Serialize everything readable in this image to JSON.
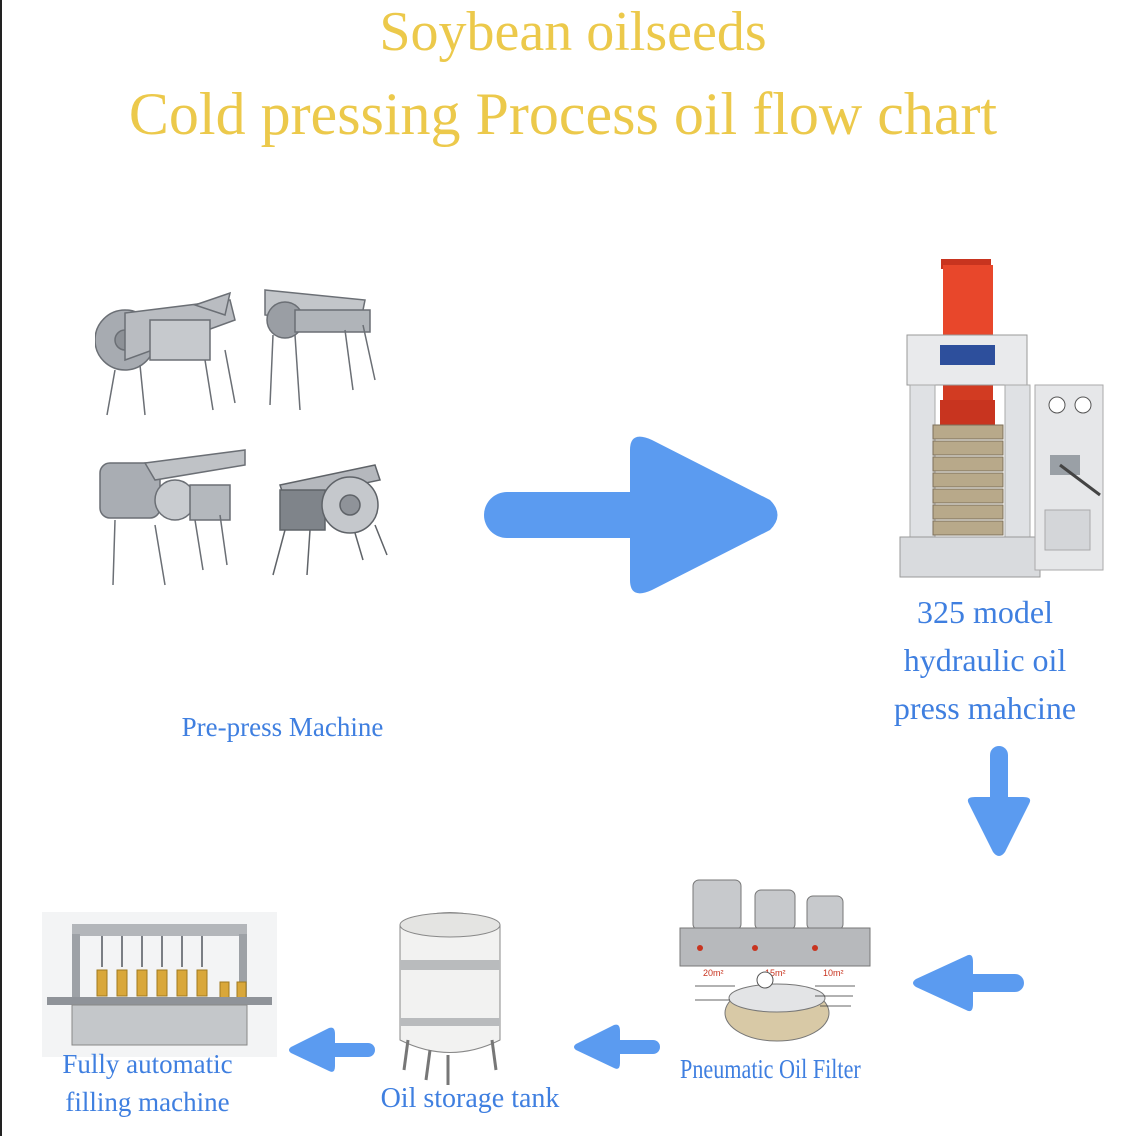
{
  "title": {
    "line1": "Soybean oilseeds",
    "line2": "Cold pressing Process oil flow chart"
  },
  "nodes": {
    "prepress": {
      "label": "Pre-press Machine"
    },
    "hydraulic": {
      "line1": "325 model",
      "line2": "hydraulic oil",
      "line3": "press mahcine"
    },
    "filter": {
      "label": "Pneumatic Oil Filter",
      "tags": [
        "20m²",
        "15m²",
        "10m²"
      ]
    },
    "tank": {
      "label": "Oil storage tank"
    },
    "filling": {
      "line1": "Fully automatic",
      "line2": "filling machine"
    }
  },
  "colors": {
    "title": "#ecc94b",
    "label": "#3f7fe0",
    "arrow": "#5b9bf0"
  }
}
